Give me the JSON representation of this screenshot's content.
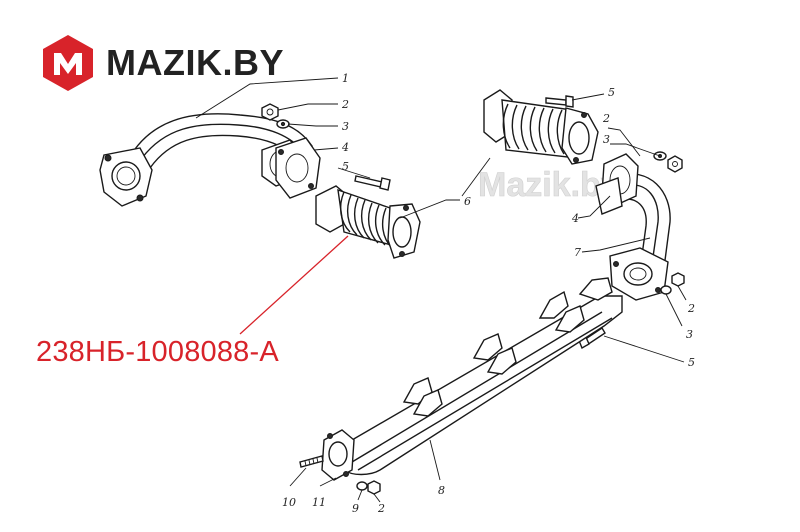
{
  "brand": {
    "name": "MAZIK.BY",
    "accent_color": "#d8232a",
    "logo_icon": "mazik-logo-m"
  },
  "watermark": "Mazik.by",
  "part_number": "238НБ-1008088-А",
  "callouts": {
    "c1": "1",
    "c2a": "2",
    "c3a": "3",
    "c4a": "4",
    "c5a": "5",
    "c6": "6",
    "c5b": "5",
    "c2b": "2",
    "c3b": "3",
    "c4b": "4",
    "c7": "7",
    "c2c": "2",
    "c3c": "3",
    "c5c": "5",
    "c8": "8",
    "c10": "10",
    "c11": "11",
    "c9": "9",
    "c2d": "2"
  }
}
